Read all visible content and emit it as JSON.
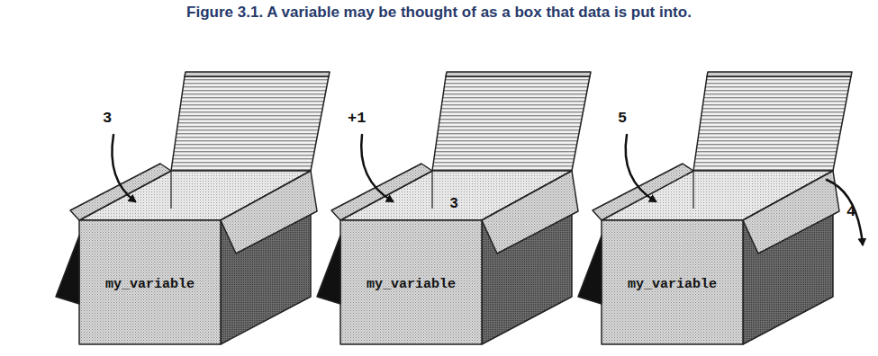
{
  "diagram": {
    "title": "Figure 3.1. A variable may be thought of as a box that data is put into.",
    "nodes": [
      {
        "text": [
          "my_variable"
        ]
      },
      {
        "text": [
          "3",
          "my_variable"
        ]
      },
      {
        "text": [
          "my_variable"
        ]
      }
    ],
    "labels": [
      "3",
      "+1",
      "5",
      "4"
    ]
  }
}
